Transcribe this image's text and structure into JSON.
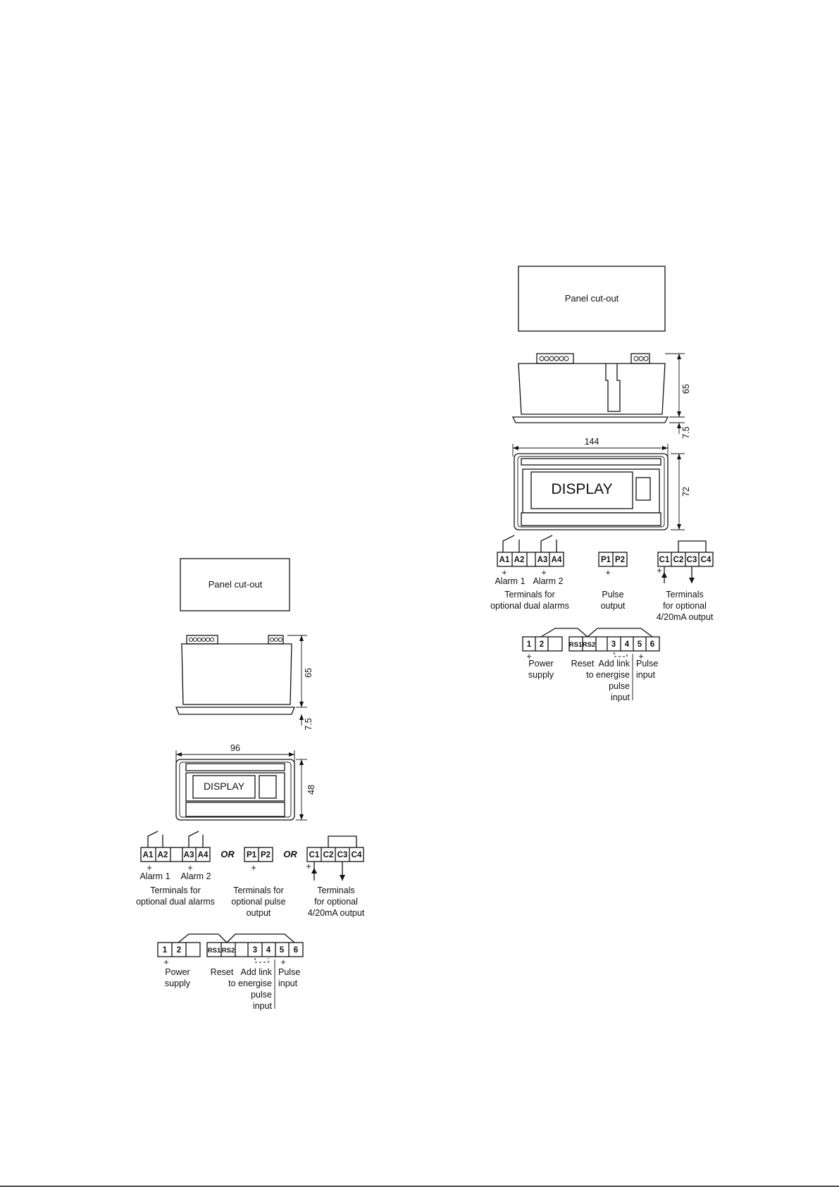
{
  "large": {
    "panel_label": "Panel cut-out",
    "dim_depth": "65",
    "dim_flange": "7.5",
    "dim_width": "144",
    "dim_height": "72",
    "display_label": "DISPLAY",
    "alarm_terms": [
      "A1",
      "A2",
      "A3",
      "A4"
    ],
    "alarm1_label": "Alarm 1",
    "alarm2_label": "Alarm 2",
    "alarm_caption": [
      "Terminals for",
      "optional dual alarms"
    ],
    "pulse_out_terms": [
      "P1",
      "P2"
    ],
    "pulse_out_caption": [
      "Pulse",
      "output"
    ],
    "analog_terms": [
      "C1",
      "C2",
      "C3",
      "C4"
    ],
    "analog_caption": [
      "Terminals",
      "for optional",
      "4/20mA output"
    ],
    "main_terms": [
      "1",
      "2",
      "RS1",
      "RS2",
      "3",
      "4",
      "5",
      "6"
    ],
    "power_caption": [
      "Power",
      "supply"
    ],
    "reset_caption": "Reset",
    "link_caption": [
      "Add link",
      "to energise",
      "pulse",
      "input"
    ],
    "pulse_in_caption": [
      "Pulse",
      "input"
    ],
    "plus": "+"
  },
  "small": {
    "panel_label": "Panel cut-out",
    "dim_depth": "65",
    "dim_flange": "7.5",
    "dim_width": "96",
    "dim_height": "48",
    "display_label": "DISPLAY",
    "alarm_terms": [
      "A1",
      "A2",
      "A3",
      "A4"
    ],
    "alarm1_label": "Alarm 1",
    "alarm2_label": "Alarm 2",
    "alarm_caption": [
      "Terminals for",
      "optional dual alarms"
    ],
    "or_label": "OR",
    "pulse_out_terms": [
      "P1",
      "P2"
    ],
    "pulse_out_caption": [
      "Terminals for",
      "optional pulse",
      "output"
    ],
    "analog_terms": [
      "C1",
      "C2",
      "C3",
      "C4"
    ],
    "analog_caption": [
      "Terminals",
      "for optional",
      "4/20mA output"
    ],
    "main_terms": [
      "1",
      "2",
      "RS1",
      "RS2",
      "3",
      "4",
      "5",
      "6"
    ],
    "power_caption": [
      "Power",
      "supply"
    ],
    "reset_caption": "Reset",
    "link_caption": [
      "Add link",
      "to energise",
      "pulse",
      "input"
    ],
    "pulse_in_caption": [
      "Pulse",
      "input"
    ],
    "plus": "+"
  }
}
